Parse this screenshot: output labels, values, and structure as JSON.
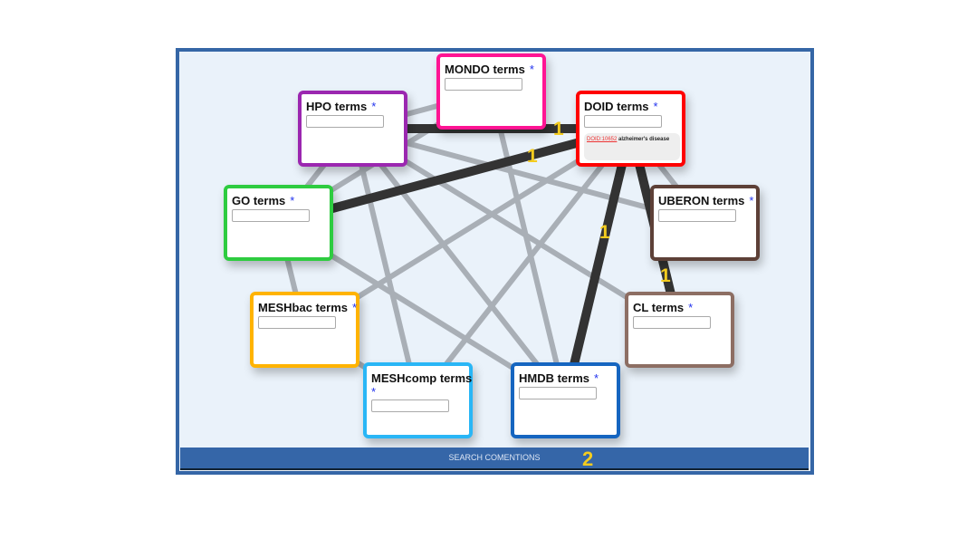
{
  "nodes": {
    "mondo": {
      "label": "MONDO terms",
      "color": "#ff1493",
      "placeholder": ""
    },
    "hpo": {
      "label": "HPO terms",
      "color": "#9b27b0",
      "placeholder": ""
    },
    "doid": {
      "label": "DOID terms",
      "color": "#ff0000",
      "placeholder": "",
      "result_id": "DOID:10652",
      "result_name": "alzheimer's disease"
    },
    "go": {
      "label": "GO terms",
      "color": "#2ecc40",
      "placeholder": ""
    },
    "uberon": {
      "label": "UBERON terms",
      "color": "#5d4037",
      "placeholder": ""
    },
    "meshbac": {
      "label": "MESHbac terms",
      "color": "#ffb300",
      "placeholder": ""
    },
    "cl": {
      "label": "CL terms",
      "color": "#8d6e63",
      "placeholder": ""
    },
    "meshcomp": {
      "label": "MESHcomp terms",
      "color": "#29b6f6",
      "placeholder": ""
    },
    "hmdb": {
      "label": "HMDB terms",
      "color": "#1565c0",
      "placeholder": ""
    }
  },
  "required_marker": "*",
  "edges_gray": [
    [
      "hpo",
      "mondo"
    ],
    [
      "hpo",
      "go"
    ],
    [
      "hpo",
      "uberon"
    ],
    [
      "hpo",
      "cl"
    ],
    [
      "hpo",
      "hmdb"
    ],
    [
      "hpo",
      "meshcomp"
    ],
    [
      "mondo",
      "go"
    ],
    [
      "mondo",
      "hmdb"
    ],
    [
      "doid",
      "meshbac"
    ],
    [
      "doid",
      "meshcomp"
    ],
    [
      "doid",
      "uberon"
    ],
    [
      "go",
      "meshbac"
    ],
    [
      "go",
      "hmdb"
    ],
    [
      "meshbac",
      "meshcomp"
    ]
  ],
  "edges_dark": [
    [
      "hpo",
      "doid"
    ],
    [
      "go",
      "doid"
    ],
    [
      "doid",
      "hmdb"
    ],
    [
      "doid",
      "cl"
    ]
  ],
  "edge_badges": [
    "1",
    "1",
    "1",
    "1"
  ],
  "footer": {
    "button_label": "SEARCH COMENTIONS",
    "badge": "2"
  },
  "colors": {
    "frame": "#3566a6",
    "canvas": "#eaf2fa",
    "edge_gray": "#a9afb6",
    "edge_dark": "#333333",
    "badge": "#f4cc1f"
  }
}
